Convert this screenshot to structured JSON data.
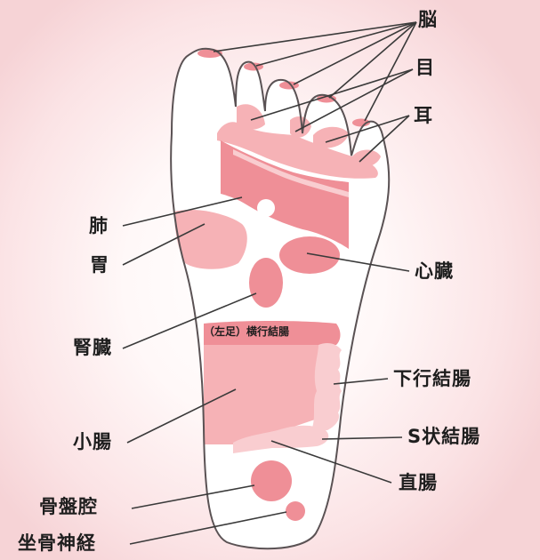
{
  "colors": {
    "outline": "#5a5254",
    "zone_dark": "#ef8f97",
    "zone_light": "#f6b2b6",
    "zone_pale": "#f9cdd0",
    "leader": "#3a3a3a"
  },
  "labels": {
    "brain": "脳",
    "eye": "目",
    "ear": "耳",
    "lung": "肺",
    "stomach": "胃",
    "heart": "心臓",
    "kidney": "腎臓",
    "transverse_colon": "（左足）横行結腸",
    "descending_colon": "下行結腸",
    "small_intestine": "小腸",
    "sigmoid_colon": "S状結腸",
    "rectum": "直腸",
    "pelvis": "骨盤腔",
    "sciatic_nerve": "坐骨神経"
  }
}
